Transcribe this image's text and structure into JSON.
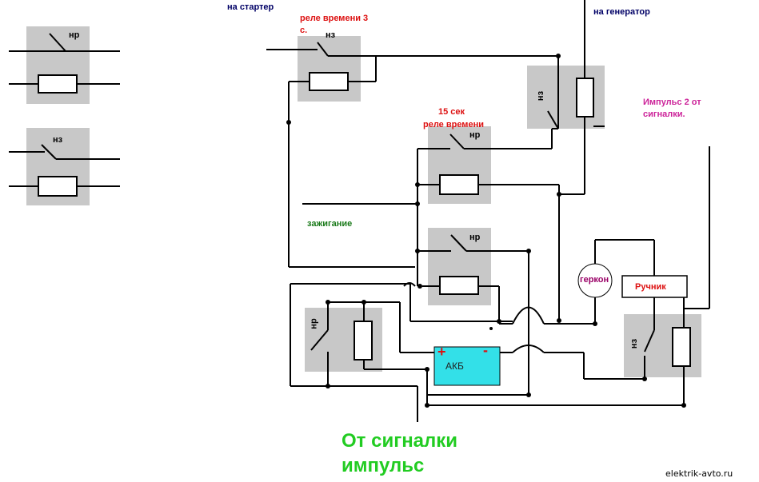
{
  "legend": {
    "nr_contact": "нр",
    "nz_contact": "нз"
  },
  "labels": {
    "to_starter": "на стартер",
    "time_relay_3s_line1": "реле времени 3",
    "time_relay_3s_line2": "с.",
    "to_generator": "на генератор",
    "time_relay_15s_line1": "15 сек",
    "time_relay_15s_line2": "реле времени",
    "impulse2_line1": "Импульс 2 от",
    "impulse2_line2": "сигналки.",
    "ignition": "зажигание",
    "reed_switch": "геркон",
    "handbrake": "Ручник",
    "battery": "АКБ",
    "plus_sign": "+",
    "minus_sign": "-",
    "from_alarm_line1": "От сигналки",
    "from_alarm_line2": "импульс",
    "watermark": "elektrik-avto.ru"
  },
  "relays": {
    "relay_3s_contact": "нз",
    "generator_relay_contact": "нз",
    "relay_15s_contact": "нр",
    "middle_relay_contact": "нр",
    "left_relay_contact": "нр",
    "right_relay_contact": "нз"
  },
  "colors": {
    "relay_fill": "#c8c8c8",
    "battery_fill": "#33e0e8",
    "wire": "#000000",
    "label_navy": "#000066",
    "label_red": "#dd1111",
    "label_green": "#1a7a1a",
    "label_magenta": "#cc2299",
    "big_label_green": "#22cc22"
  }
}
